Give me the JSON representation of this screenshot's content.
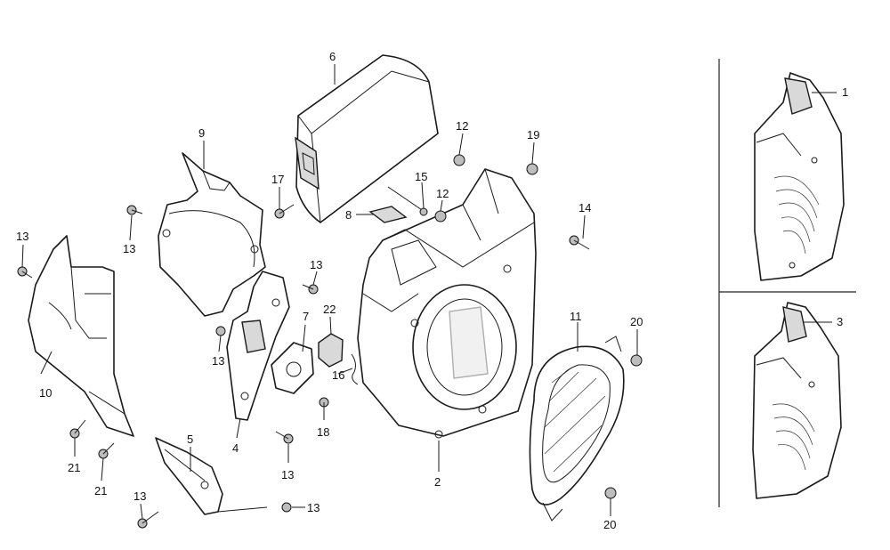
{
  "callouts": {
    "c1": "1",
    "c2": "2",
    "c3": "3",
    "c4": "4",
    "c5": "5",
    "c6": "6",
    "c7": "7",
    "c8": "8",
    "c9": "9",
    "c10": "10",
    "c11": "11",
    "c12a": "12",
    "c12b": "12",
    "c13a": "13",
    "c13b": "13",
    "c13c": "13",
    "c13d": "13",
    "c13e": "13",
    "c13f": "13",
    "c13g": "13",
    "c14": "14",
    "c15": "15",
    "c16": "16",
    "c17": "17",
    "c18": "18",
    "c19": "19",
    "c20a": "20",
    "c20b": "20",
    "c21a": "21",
    "c21b": "21",
    "c22": "22"
  }
}
